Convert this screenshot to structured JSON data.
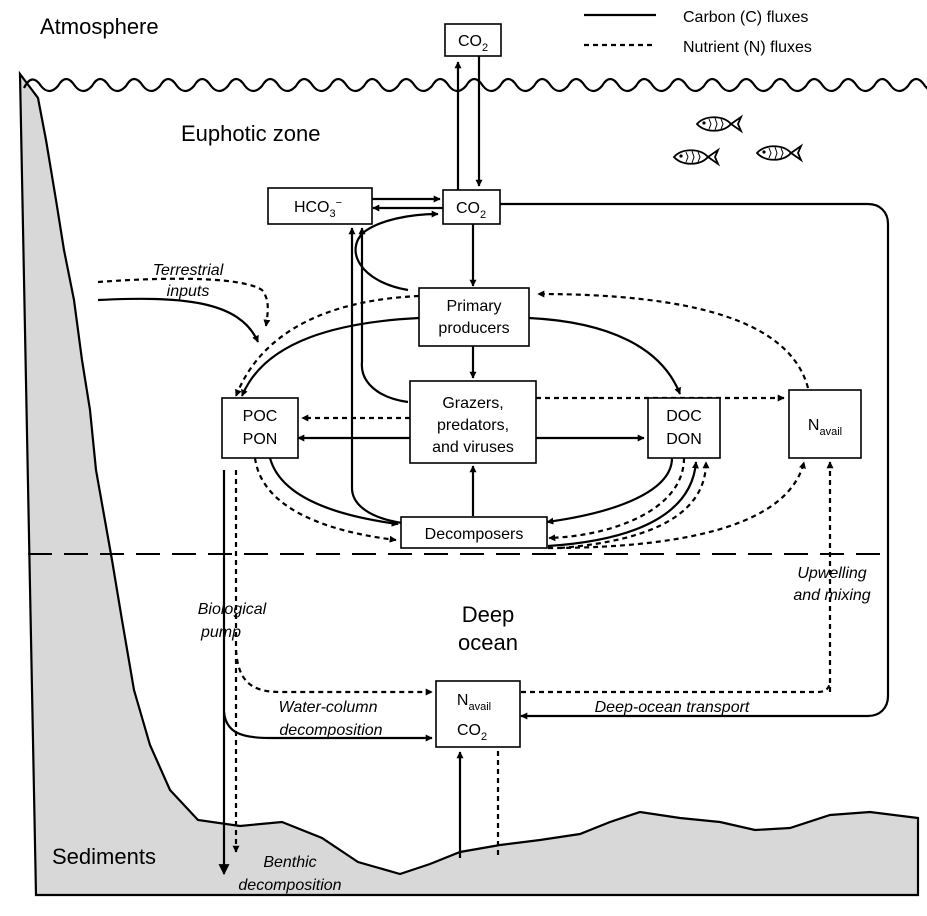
{
  "legend": {
    "carbon": "Carbon (C)  fluxes",
    "nutrient": "Nutrient (N) fluxes"
  },
  "zones": {
    "atmosphere": "Atmosphere",
    "euphotic": "Euphotic zone",
    "deep_line1": "Deep",
    "deep_line2": "ocean",
    "sediments": "Sediments"
  },
  "boxes": {
    "co2_atm": {
      "main": "CO",
      "sub": "2"
    },
    "co2_surface": {
      "main": "CO",
      "sub": "2"
    },
    "hco3": {
      "main": "HCO",
      "sub": "3",
      "sup": "−"
    },
    "primary_producers": [
      "Primary",
      "producers"
    ],
    "grazers": [
      "Grazers,",
      "predators,",
      "and viruses"
    ],
    "poc_pon": [
      "POC",
      "PON"
    ],
    "doc_don": [
      "DOC",
      "DON"
    ],
    "n_avail_surface": {
      "main": "N",
      "sub": "avail"
    },
    "decomposers": "Decomposers",
    "deep_pool": {
      "line1_main": "N",
      "line1_sub": "avail",
      "line2_main": "CO",
      "line2_sub": "2"
    }
  },
  "labels": {
    "terrestrial": [
      "Terrestrial",
      "inputs"
    ],
    "biological_pump": [
      "Biological",
      "pump"
    ],
    "upwelling": [
      "Upwelling",
      "and mixing"
    ],
    "water_column": [
      "Water-column",
      "decomposition"
    ],
    "deep_transport": "Deep-ocean transport",
    "benthic": [
      "Benthic",
      "decomposition"
    ]
  }
}
